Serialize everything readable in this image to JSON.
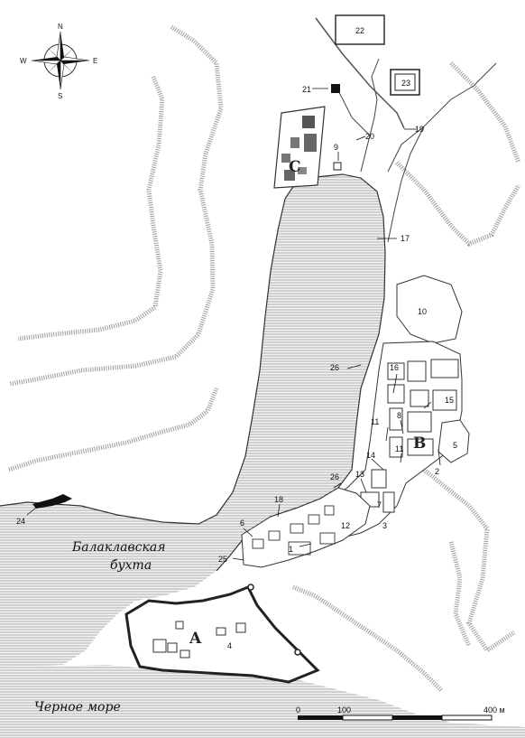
{
  "map": {
    "compass": {
      "n": "N",
      "s": "S",
      "w": "W",
      "e": "E"
    },
    "water": {
      "bay": [
        "Балаклавская",
        "бухта"
      ],
      "sea": "Черное море"
    },
    "zones": {
      "a": "A",
      "b": "B",
      "c": "C"
    },
    "boxes": {
      "b22": "22",
      "b23": "23"
    },
    "labels": {
      "l1": "1",
      "l2": "2",
      "l3": "3",
      "l4": "4",
      "l5": "5",
      "l6": "6",
      "l7": "7",
      "l8": "8",
      "l9": "9",
      "l10": "10",
      "l11a": "11",
      "l11b": "11",
      "l12": "12",
      "l13": "13",
      "l14": "14",
      "l15": "15",
      "l16": "16",
      "l17": "17",
      "l18": "18",
      "l19": "19",
      "l20": "20",
      "l21": "21",
      "l24": "24",
      "l25": "25",
      "l26a": "26",
      "l26b": "26"
    },
    "scale": {
      "zero": "0",
      "hundred": "100",
      "max": "400 м"
    }
  }
}
